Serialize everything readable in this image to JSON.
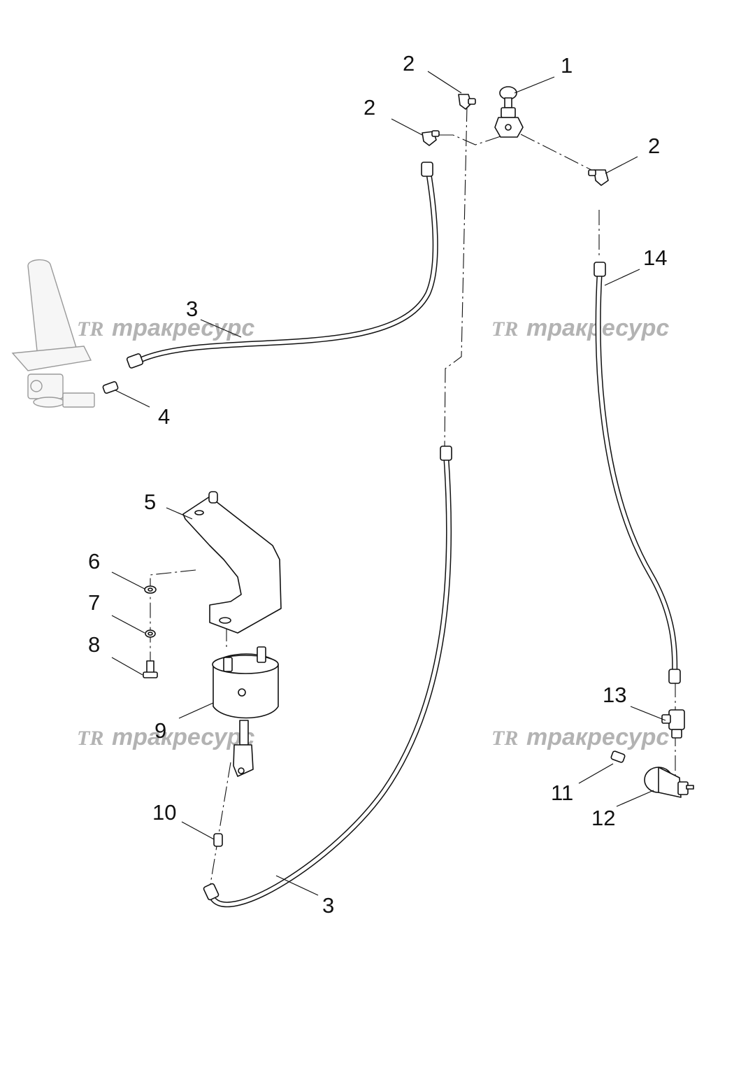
{
  "watermarks": [
    {
      "logo": "TR",
      "text": "тракресурс"
    },
    {
      "logo": "TR",
      "text": "тракресурс"
    },
    {
      "logo": "TR",
      "text": "тракресурс"
    },
    {
      "logo": "TR",
      "text": "тракресурс"
    }
  ],
  "callouts": [
    {
      "id": "1",
      "label": "1"
    },
    {
      "id": "2a",
      "label": "2"
    },
    {
      "id": "2b",
      "label": "2"
    },
    {
      "id": "2c",
      "label": "2"
    },
    {
      "id": "3a",
      "label": "3"
    },
    {
      "id": "3b",
      "label": "3"
    },
    {
      "id": "4",
      "label": "4"
    },
    {
      "id": "5",
      "label": "5"
    },
    {
      "id": "6",
      "label": "6"
    },
    {
      "id": "7",
      "label": "7"
    },
    {
      "id": "8",
      "label": "8"
    },
    {
      "id": "9",
      "label": "9"
    },
    {
      "id": "10",
      "label": "10"
    },
    {
      "id": "11",
      "label": "11"
    },
    {
      "id": "12",
      "label": "12"
    },
    {
      "id": "13",
      "label": "13"
    },
    {
      "id": "14",
      "label": "14"
    }
  ]
}
